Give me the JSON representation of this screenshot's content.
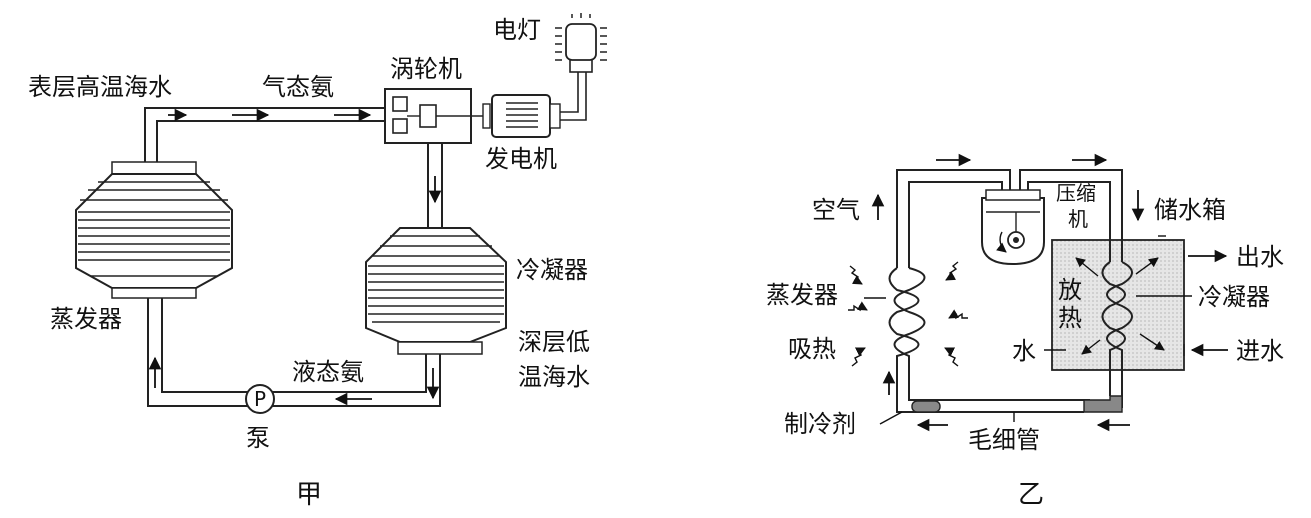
{
  "figure_a": {
    "caption": "甲",
    "labels": {
      "surface_water": "表层高温海水",
      "gas_ammonia": "气态氨",
      "turbine": "涡轮机",
      "lamp": "电灯",
      "generator": "发电机",
      "evaporator": "蒸发器",
      "condenser": "冷凝器",
      "deep_water_1": "深层低",
      "deep_water_2": "温海水",
      "liquid_ammonia": "液态氨",
      "pump_symbol": "P",
      "pump": "泵"
    }
  },
  "figure_b": {
    "caption": "乙",
    "labels": {
      "air": "空气",
      "compressor_1": "压缩",
      "compressor_2": "机",
      "tank": "储水箱",
      "water_out": "出水",
      "evaporator": "蒸发器",
      "release_1": "放",
      "release_2": "热",
      "condenser": "冷凝器",
      "absorb": "吸热",
      "water": "水",
      "water_in": "进水",
      "refrigerant": "制冷剂",
      "capillary": "毛细管"
    }
  }
}
